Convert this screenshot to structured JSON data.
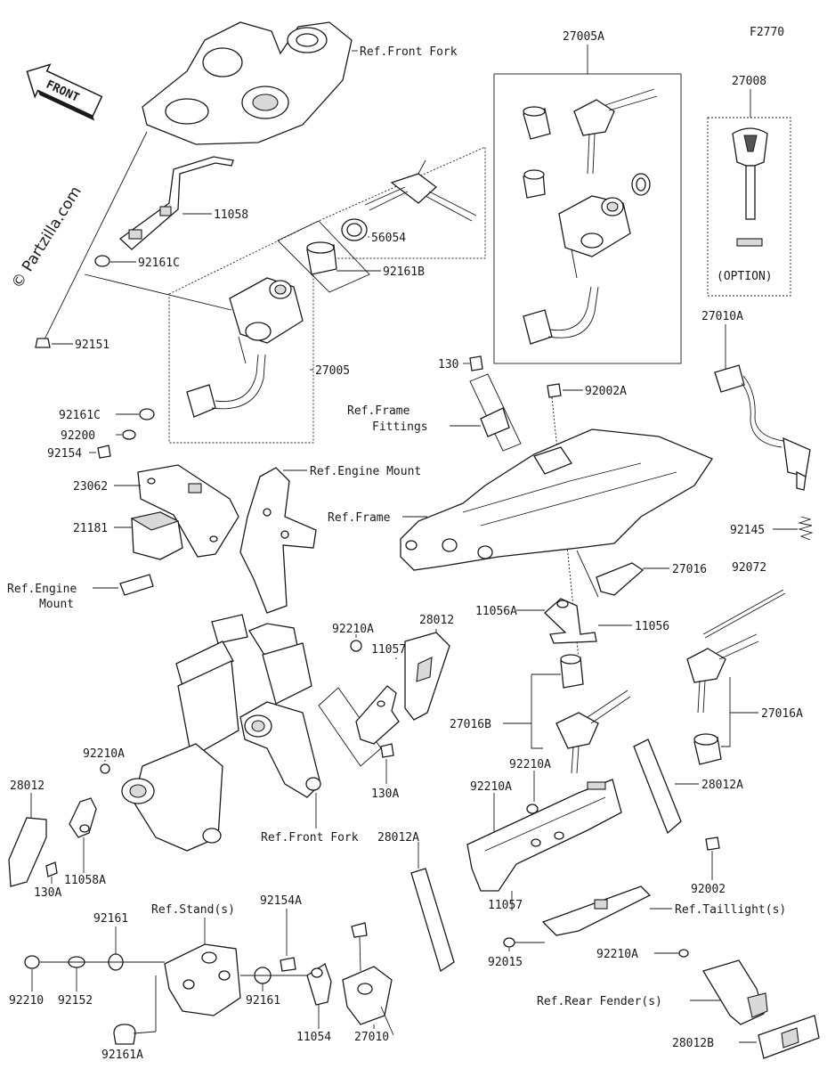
{
  "figure_code": "F2770",
  "watermark": "© Partzilla.com",
  "front_arrow": "FRONT",
  "labels": {
    "ref_front_fork_top": "Ref.Front Fork",
    "p11058": "11058",
    "p56054": "56054",
    "p92161C_top": "92161C",
    "p92161B": "92161B",
    "p92151": "92151",
    "p27005": "27005",
    "p92161C_mid": "92161C",
    "p92200": "92200",
    "p92154": "92154",
    "p27005A": "27005A",
    "p27008": "27008",
    "option": "(OPTION)",
    "p27010A": "27010A",
    "p130": "130",
    "p92002A": "92002A",
    "ref_frame_fittings_1": "Ref.Frame",
    "ref_frame_fittings_2": "Fittings",
    "ref_engine_mount_top": "Ref.Engine Mount",
    "p23062": "23062",
    "p21181": "21181",
    "ref_frame": "Ref.Frame",
    "ref_engine_mount_1": "Ref.Engine",
    "ref_engine_mount_2": "Mount",
    "p92145": "92145",
    "p27016": "27016",
    "p92072": "92072",
    "p11056A": "11056A",
    "p11056": "11056",
    "p92210A_a": "92210A",
    "p11057A": "11057A",
    "p28012_a": "28012",
    "p27016B": "27016B",
    "p27016A": "27016A",
    "p92210A_b": "92210A",
    "p28012_b": "28012",
    "p11058A": "11058A",
    "p130A_left": "130A",
    "p130A_mid": "130A",
    "ref_front_fork_bottom": "Ref.Front Fork",
    "p92210A_c": "92210A",
    "p92210A_d": "92210A",
    "p28012A_right": "28012A",
    "p28012A_left": "28012A",
    "p92002": "92002",
    "ref_taillight": "Ref.Taillight(s)",
    "p11057": "11057",
    "p92015": "92015",
    "p92210A_e": "92210A",
    "ref_rear_fender": "Ref.Rear Fender(s)",
    "p28012B": "28012B",
    "ref_stand": "Ref.Stand(s)",
    "p92161_a": "92161",
    "p92154A": "92154A",
    "p92210": "92210",
    "p92152": "92152",
    "p92161_b": "92161",
    "p11054": "11054",
    "p27010": "27010",
    "p92161A": "92161A"
  }
}
